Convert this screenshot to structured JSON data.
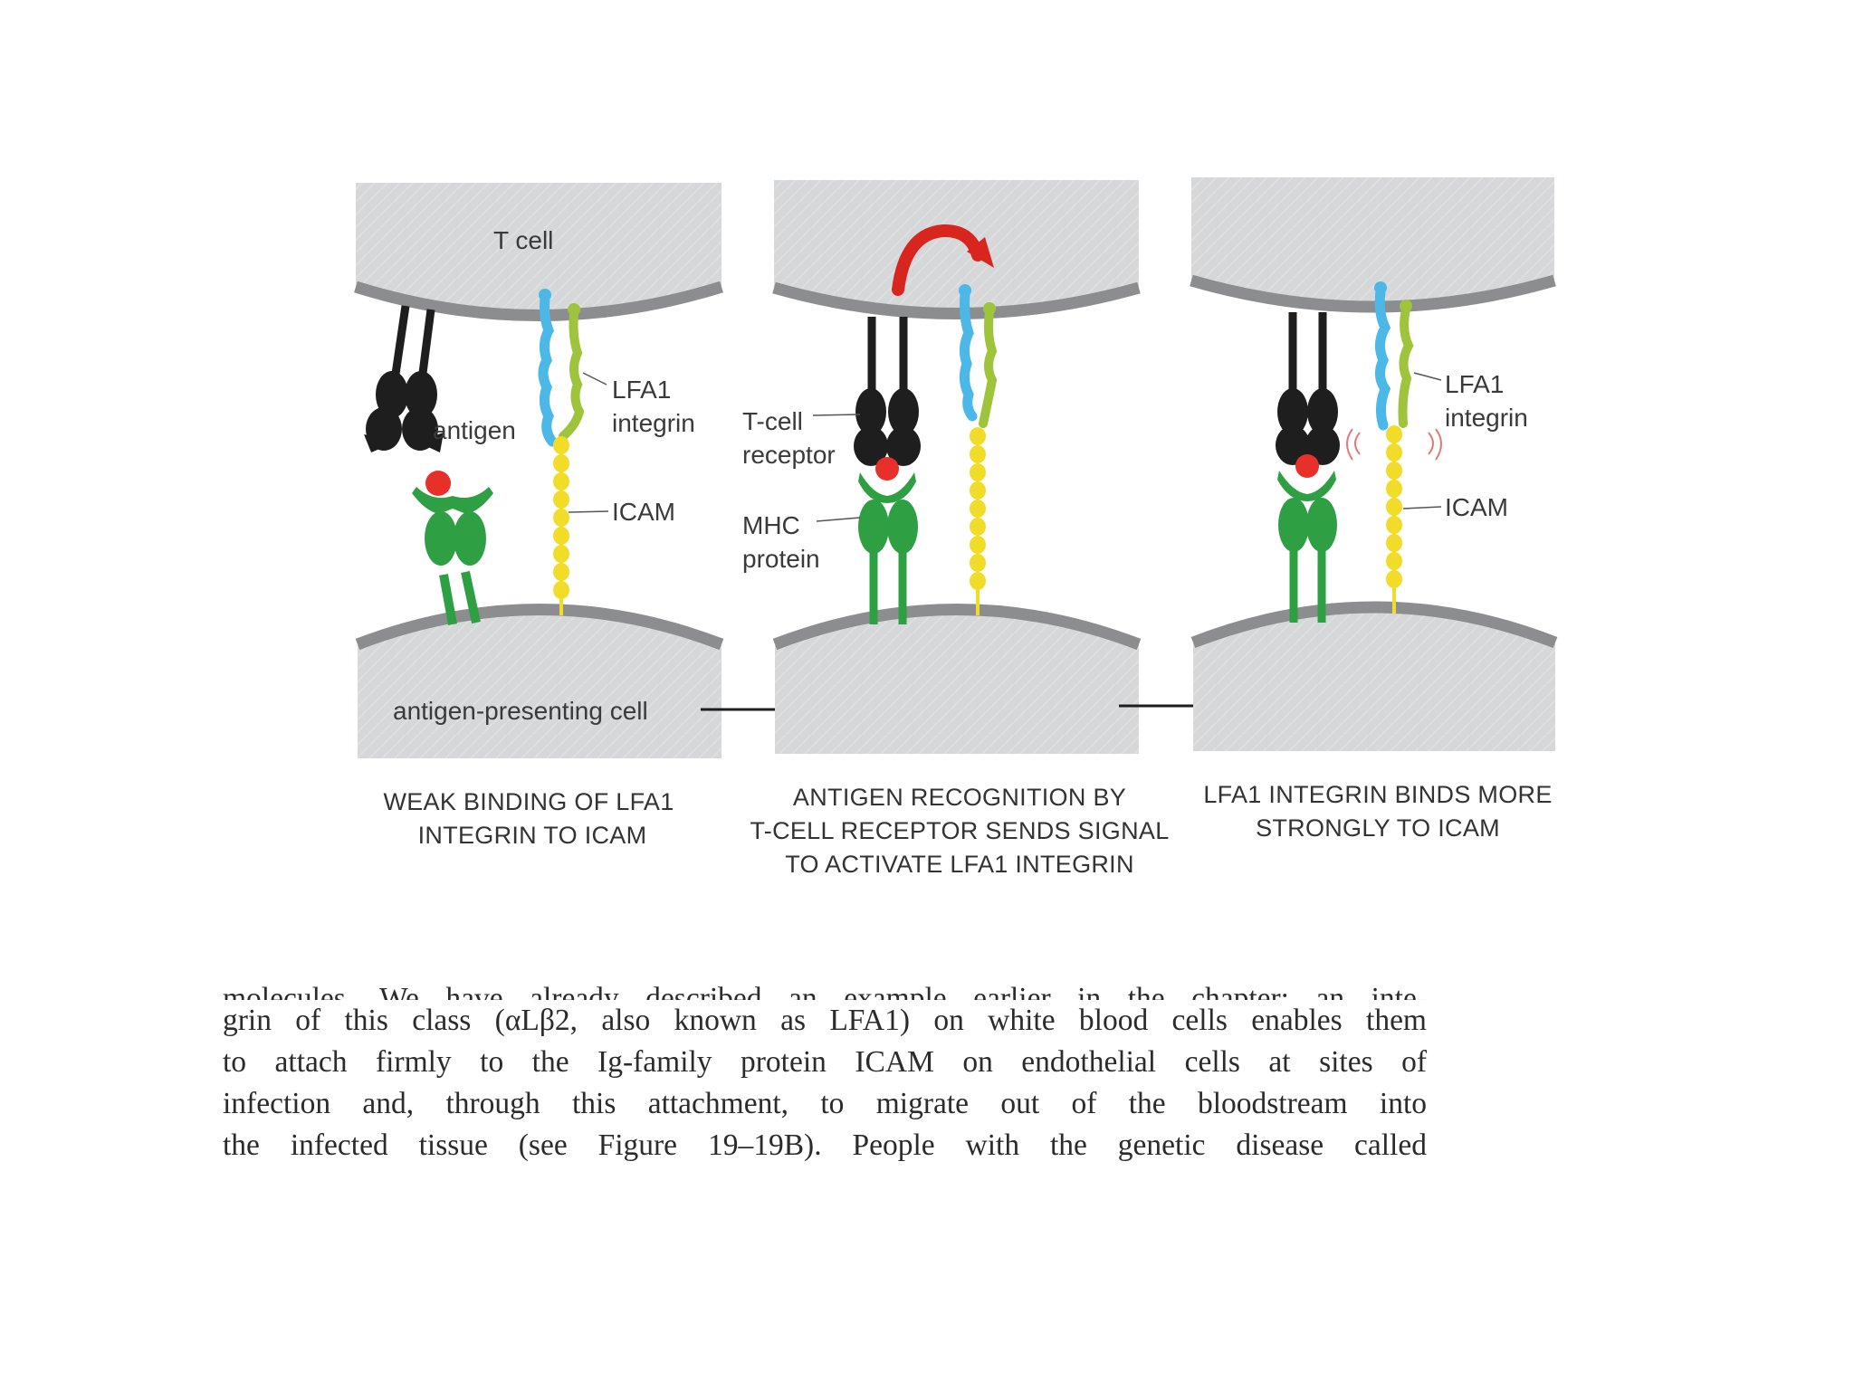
{
  "figure": {
    "panels": [
      {
        "id": "weak",
        "caption": [
          "WEAK BINDING OF LFA1",
          "INTEGRIN TO ICAM"
        ],
        "labels": {
          "t_cell": "T cell",
          "antigen": "antigen",
          "lfa1": [
            "LFA1",
            "integrin"
          ],
          "icam": "ICAM",
          "apc": "antigen-presenting cell"
        }
      },
      {
        "id": "recognition",
        "caption": [
          "ANTIGEN RECOGNITION BY",
          "T-CELL RECEPTOR SENDS SIGNAL",
          "TO ACTIVATE LFA1 INTEGRIN"
        ],
        "labels": {
          "tcr": [
            "T-cell",
            "receptor"
          ],
          "mhc": [
            "MHC",
            "protein"
          ]
        }
      },
      {
        "id": "strong",
        "caption": [
          "LFA1 INTEGRIN BINDS MORE",
          "STRONGLY TO ICAM"
        ],
        "labels": {
          "lfa1": [
            "LFA1",
            "integrin"
          ],
          "icam": "ICAM"
        }
      }
    ],
    "colors": {
      "cell_fill": "#d6d8d9",
      "membrane": "#8e8f90",
      "tcr": "#1e1e1e",
      "mhc": "#2ea043",
      "antigen": "#e8302a",
      "integrin_alpha": "#4cb8e8",
      "integrin_beta": "#9dc43a",
      "icam": "#f2dc2a",
      "signal_arrow": "#d8261e"
    }
  },
  "body_text": {
    "lines": [
      "molecules. We have already described an example earlier in the chapter: an inte-",
      "grin of this class (αLβ2, also known as LFA1) on white blood cells enables them",
      "to attach firmly to the Ig-family protein ICAM on endothelial cells at sites of",
      "infection and, through this attachment, to migrate out of the bloodstream into",
      "the infected tissue (see Figure 19–19B). People with the genetic disease called"
    ]
  }
}
